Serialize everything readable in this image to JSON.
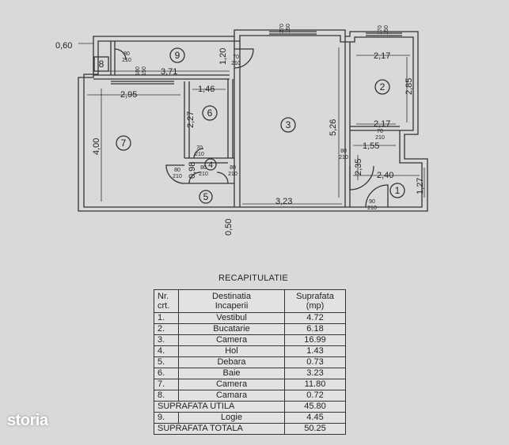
{
  "plan": {
    "dims": {
      "top_left": "0,60",
      "top_1": "1,20",
      "kitchen_w": "3,71",
      "room7_w": "2,95",
      "room7_h": "4,00",
      "bath_w": "1,46",
      "bath_h": "2,27",
      "hol_h": "0,98",
      "bottom_door": "0,50",
      "room3_w": "3,23",
      "room3_h": "5,26",
      "room2_w_top": "2,17",
      "room2_h": "2,85",
      "room2_w_bot": "2,17",
      "vest_1": "1,55",
      "vest_2": "2,40",
      "vest_3": "2,35",
      "vest_4": "1,27"
    },
    "rooms": [
      "1",
      "2",
      "3",
      "4",
      "5",
      "6",
      "7",
      "8",
      "9"
    ],
    "openings": {
      "w_270": "270",
      "w_150a": "150",
      "w_170": "170",
      "w_150b": "150",
      "w_180": "180",
      "w_150c": "150",
      "d8_w": "80",
      "d8_h": "210",
      "d9_w": "70",
      "d9_h": "210",
      "d4_w": "70",
      "d4_h": "210",
      "d7_w": "80",
      "d7_h": "210",
      "d5_w": "80",
      "d5_h": "210",
      "d5b_w": "80",
      "d5b_h": "210",
      "d3_w": "80",
      "d3_h": "210",
      "d2_w": "70",
      "d2_h": "210",
      "d1_w": "90",
      "d1_h": "210"
    }
  },
  "recap": {
    "title": "RECAPITULATIE",
    "headers": {
      "nr_1": "Nr.",
      "nr_2": "crt.",
      "dest_1": "Destinatia",
      "dest_2": "Incaperii",
      "sup_1": "Suprafata",
      "sup_2": "(mp)"
    },
    "rows": [
      {
        "nr": "1.",
        "dest": "Vestibul",
        "sup": "4.72"
      },
      {
        "nr": "2.",
        "dest": "Bucatarie",
        "sup": "6.18"
      },
      {
        "nr": "3.",
        "dest": "Camera",
        "sup": "16.99"
      },
      {
        "nr": "4.",
        "dest": "Hol",
        "sup": "1.43"
      },
      {
        "nr": "5.",
        "dest": "Debara",
        "sup": "0.73"
      },
      {
        "nr": "6.",
        "dest": "Baie",
        "sup": "3.23"
      },
      {
        "nr": "7.",
        "dest": "Camera",
        "sup": "11.80"
      },
      {
        "nr": "8.",
        "dest": "Camara",
        "sup": "0.72"
      }
    ],
    "util": {
      "label": "SUPRAFATA UTILA",
      "value": "45.80"
    },
    "logie": {
      "nr": "9.",
      "dest": "Logie",
      "sup": "4.45"
    },
    "totala": {
      "label": "SUPRAFATA TOTALA",
      "value": "50.25"
    }
  },
  "watermark": "storia"
}
